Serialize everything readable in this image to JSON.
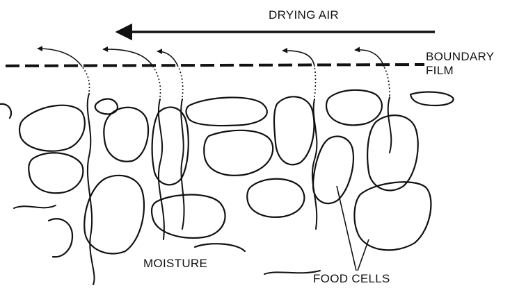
{
  "labels": {
    "drying_air": "DRYING AIR",
    "boundary_line1": "BOUNDARY",
    "boundary_line2": "FILM",
    "moisture": "MOISTURE",
    "food_cells": "FOOD CELLS"
  },
  "colors": {
    "ink": "#111111",
    "background": "#ffffff"
  }
}
